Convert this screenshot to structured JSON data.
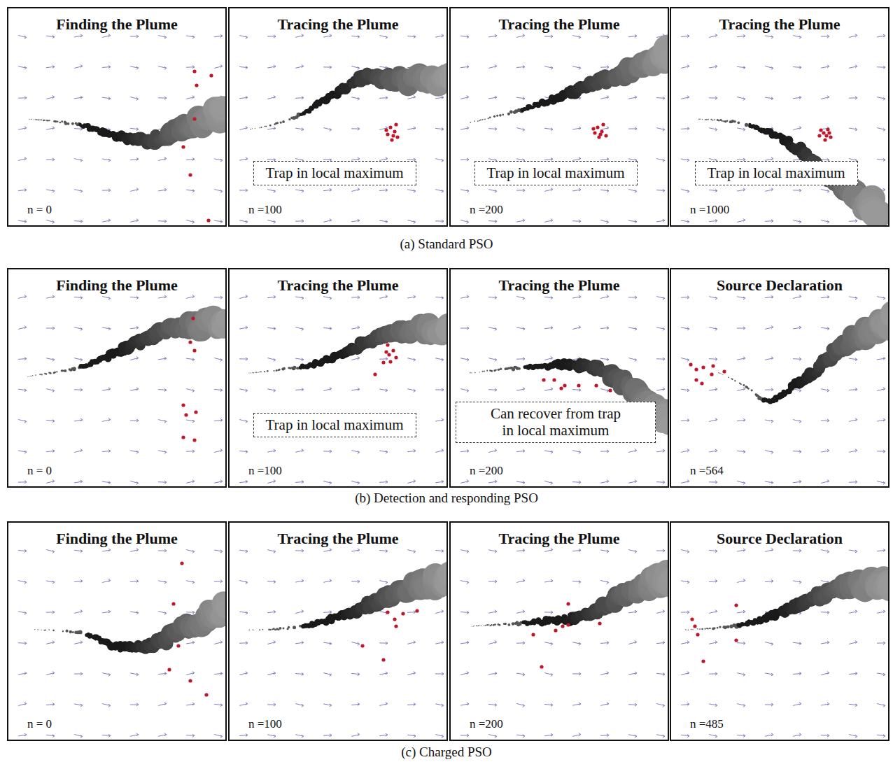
{
  "diagram": {
    "nodes": [
      {
        "text": [
          "Finding the Plume",
          "n = 0"
        ]
      },
      {
        "text": [
          "Tracing the Plume",
          "n =100"
        ]
      },
      {
        "text": [
          "Trap in local maximum"
        ],
        "in": 1
      },
      {
        "text": [
          "Tracing the Plume",
          "n =200"
        ]
      },
      {
        "text": [
          "Trap in local maximum"
        ],
        "in": 3
      },
      {
        "text": [
          "Tracing the Plume",
          "n =1000"
        ]
      },
      {
        "text": [
          "Trap in local maximum"
        ],
        "in": 5
      },
      {
        "text": [
          "Finding the Plume",
          "n = 0"
        ]
      },
      {
        "text": [
          "Tracing the Plume",
          "n =100"
        ]
      },
      {
        "text": [
          "Trap in local maximum"
        ],
        "in": 8
      },
      {
        "text": [
          "Tracing the Plume",
          "n =200"
        ]
      },
      {
        "text": [
          "Can recover from trap in local maximum"
        ],
        "in": 10
      },
      {
        "text": [
          "Source Declaration",
          "n =564"
        ]
      },
      {
        "text": [
          "Finding the Plume",
          "n = 0"
        ]
      },
      {
        "text": [
          "Tracing the Plume",
          "n =100"
        ]
      },
      {
        "text": [
          "Tracing the Plume",
          "n =200"
        ]
      },
      {
        "text": [
          "Source Declaration",
          "n =485"
        ]
      }
    ],
    "labels": [
      "(a) Standard PSO",
      "(b) Detection and responding PSO",
      "(c) Charged PSO"
    ]
  }
}
